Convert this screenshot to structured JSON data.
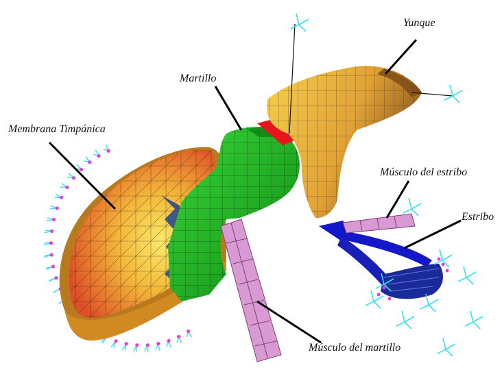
{
  "labels": {
    "yunque": "Yunque",
    "martillo": "Martillo",
    "membrana": "Membrana Timpánica",
    "musculo_estribo": "Músculo del estribo",
    "estribo": "Estribo",
    "musculo_martillo": "Músculo del martillo"
  },
  "colors": {
    "membrane_outer": "#e0562a",
    "membrane_inner": "#f6d449",
    "membrane_rim": "#b27a1e",
    "malleus": "#1ec21e",
    "malleus_dark": "#0f8f12",
    "incus": "#e8b234",
    "incus_dark": "#9a5f1a",
    "joint": "#e8161c",
    "stapes": "#1218c8",
    "muscle": "#d99ad4",
    "constraint_arrows": "#38e0f2",
    "constraint_dots": "#e83ce0",
    "mesh": "#1a1a1a"
  }
}
